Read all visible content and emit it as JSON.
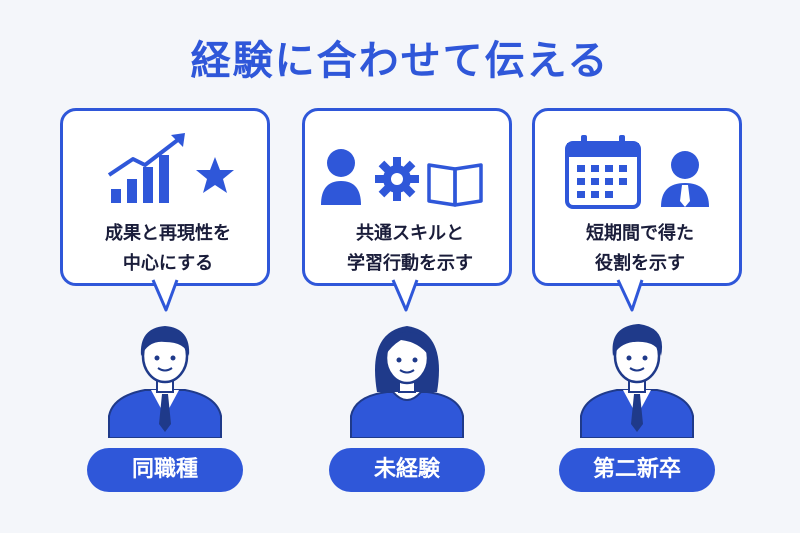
{
  "title": "経験に合わせて伝える",
  "columns": [
    {
      "label": "同職種",
      "text_lines": [
        "成果と再現性を",
        "中心にする"
      ],
      "icons": [
        "bar-chart-up-icon",
        "star-icon"
      ]
    },
    {
      "label": "未経験",
      "text_lines": [
        "共通スキルと",
        "学習行動を示す"
      ],
      "icons": [
        "person-icon",
        "gear-icon",
        "open-book-icon"
      ]
    },
    {
      "label": "第二新卒",
      "text_lines": [
        "短期間で得た",
        "役割を示す"
      ],
      "icons": [
        "calendar-icon",
        "person-tie-icon"
      ]
    }
  ],
  "colors": {
    "accent": "#2f57d9",
    "dark": "#1f3a8a",
    "text": "#1a1d3a",
    "background": "#f4f6fa"
  }
}
